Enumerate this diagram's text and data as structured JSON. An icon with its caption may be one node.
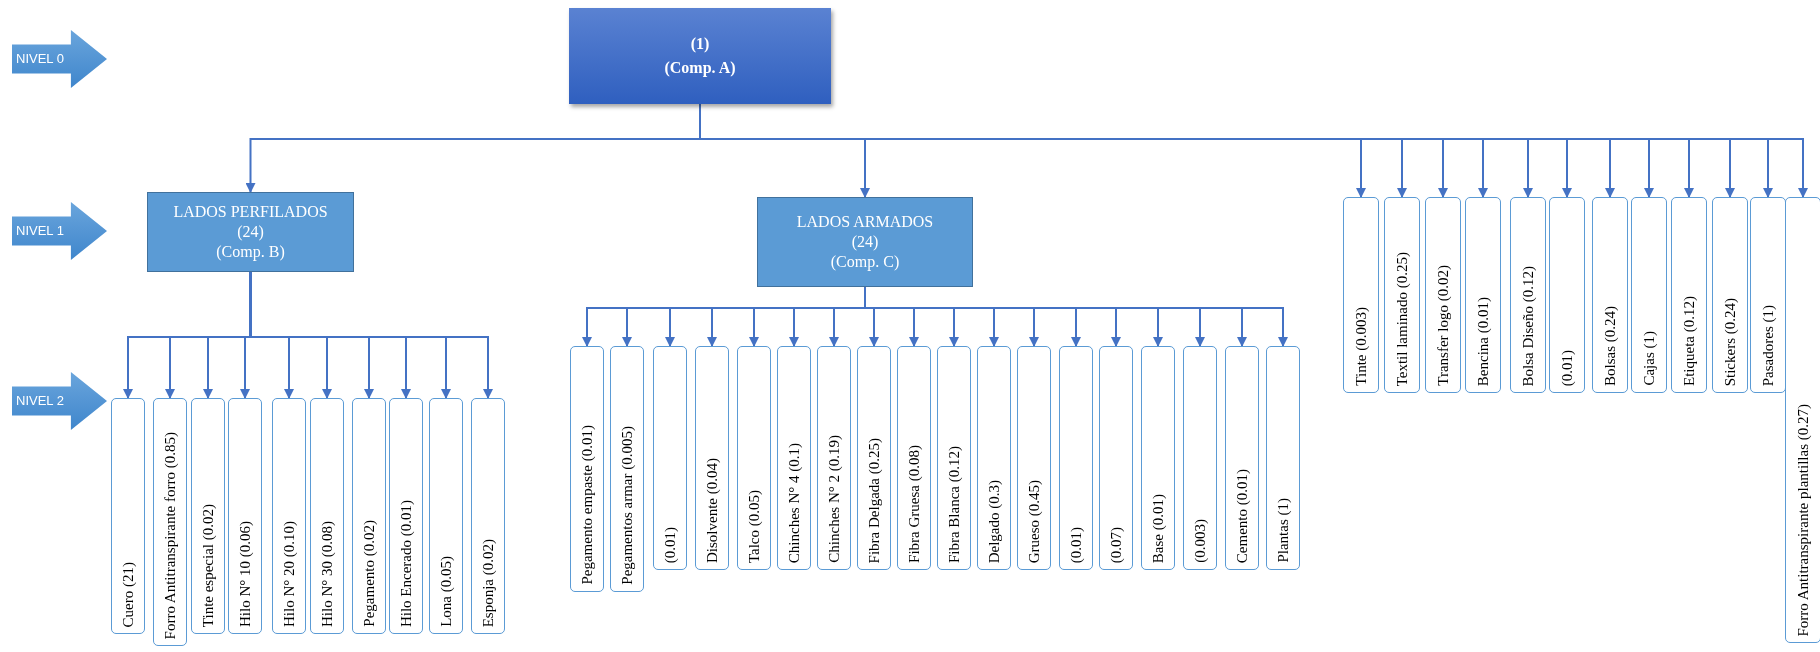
{
  "diagram": {
    "nodes": [
      {
        "text": [
          "NIVEL 0"
        ]
      },
      {
        "text": [
          "(1)",
          "(Comp. A)"
        ]
      },
      {
        "text": [
          "NIVEL 1"
        ]
      },
      {
        "text": [
          "LADOS PERFILADOS",
          "(24)",
          "(Comp. B)"
        ]
      },
      {
        "text": [
          "LADOS ARMADOS",
          "(24)",
          "(Comp. C)"
        ]
      },
      {
        "text": [
          "Tinte (0.003)"
        ]
      },
      {
        "text": [
          "Textil laminado (0.25)"
        ]
      },
      {
        "text": [
          "Transfer logo (0.02)"
        ]
      },
      {
        "text": [
          "Bencina (0.01)"
        ]
      },
      {
        "text": [
          "Bolsa Diseño (0.12)"
        ]
      },
      {
        "text": [
          "(0.01)"
        ]
      },
      {
        "text": [
          "Bolsas (0.24)"
        ]
      },
      {
        "text": [
          "Cajas (1)"
        ]
      },
      {
        "text": [
          "Etiqueta (0.12)"
        ]
      },
      {
        "text": [
          "Stickers (0.24)"
        ]
      },
      {
        "text": [
          "Pasadores (1)"
        ]
      },
      {
        "text": [
          "Forro Antitranspirante plantillas (0.27)"
        ]
      },
      {
        "text": [
          "NIVEL 2"
        ]
      },
      {
        "text": [
          "Cuero (21)"
        ]
      },
      {
        "text": [
          "Forro Antitranspirante forro (0.85)"
        ]
      },
      {
        "text": [
          "Tinte especial (0.02)"
        ]
      },
      {
        "text": [
          "Hilo N° 10 (0.06)"
        ]
      },
      {
        "text": [
          "Hilo N° 20 (0.10)"
        ]
      },
      {
        "text": [
          "Hilo N° 30 (0.08)"
        ]
      },
      {
        "text": [
          "Pegamento (0.02)"
        ]
      },
      {
        "text": [
          "Hilo Encerado (0.01)"
        ]
      },
      {
        "text": [
          "Lona (0.05)"
        ]
      },
      {
        "text": [
          "Esponja (0.02)"
        ]
      },
      {
        "text": [
          "Pegamento empaste (0.01)"
        ]
      },
      {
        "text": [
          "Pegamentos armar (0.005)"
        ]
      },
      {
        "text": [
          "(0.01)"
        ]
      },
      {
        "text": [
          "Disolvente (0.04)"
        ]
      },
      {
        "text": [
          "Talco (0.05)"
        ]
      },
      {
        "text": [
          "Chinches N° 4 (0.1)"
        ]
      },
      {
        "text": [
          "Chinches N° 2 (0.19)"
        ]
      },
      {
        "text": [
          "Fibra Delgada (0.25)"
        ]
      },
      {
        "text": [
          "Fibra Gruesa (0.08)"
        ]
      },
      {
        "text": [
          "Fibra Blanca (0.12)"
        ]
      },
      {
        "text": [
          "Delgado (0.3)"
        ]
      },
      {
        "text": [
          "Grueso (0.45)"
        ]
      },
      {
        "text": [
          "(0.01)"
        ]
      },
      {
        "text": [
          "(0.07)"
        ]
      },
      {
        "text": [
          "Base (0.01)"
        ]
      },
      {
        "text": [
          "(0.003)"
        ]
      },
      {
        "text": [
          "Cemento (0.01)"
        ]
      },
      {
        "text": [
          "Plantas (1)"
        ]
      }
    ],
    "edges": [
      {
        "from": 1,
        "to": 3,
        "arrow": "to"
      },
      {
        "from": 1,
        "to": 4,
        "arrow": "to"
      },
      {
        "from": 1,
        "to": 5,
        "arrow": "to"
      },
      {
        "from": 1,
        "to": 6,
        "arrow": "to"
      },
      {
        "from": 1,
        "to": 7,
        "arrow": "to"
      },
      {
        "from": 1,
        "to": 8,
        "arrow": "to"
      },
      {
        "from": 1,
        "to": 9,
        "arrow": "to"
      },
      {
        "from": 1,
        "to": 10,
        "arrow": "to"
      },
      {
        "from": 1,
        "to": 11,
        "arrow": "to"
      },
      {
        "from": 1,
        "to": 12,
        "arrow": "to"
      },
      {
        "from": 1,
        "to": 13,
        "arrow": "to"
      },
      {
        "from": 1,
        "to": 14,
        "arrow": "to"
      },
      {
        "from": 1,
        "to": 15,
        "arrow": "to"
      },
      {
        "from": 1,
        "to": 16,
        "arrow": "to"
      },
      {
        "from": 3,
        "to": 18,
        "arrow": "to"
      },
      {
        "from": 3,
        "to": 19,
        "arrow": "to"
      },
      {
        "from": 3,
        "to": 20,
        "arrow": "to"
      },
      {
        "from": 3,
        "to": 21,
        "arrow": "to"
      },
      {
        "from": 3,
        "to": 22,
        "arrow": "to"
      },
      {
        "from": 3,
        "to": 23,
        "arrow": "to"
      },
      {
        "from": 3,
        "to": 24,
        "arrow": "to"
      },
      {
        "from": 3,
        "to": 25,
        "arrow": "to"
      },
      {
        "from": 3,
        "to": 26,
        "arrow": "to"
      },
      {
        "from": 3,
        "to": 27,
        "arrow": "to"
      },
      {
        "from": 4,
        "to": 28,
        "arrow": "to"
      },
      {
        "from": 4,
        "to": 29,
        "arrow": "to"
      },
      {
        "from": 4,
        "to": 30,
        "arrow": "to"
      },
      {
        "from": 4,
        "to": 31,
        "arrow": "to"
      },
      {
        "from": 4,
        "to": 32,
        "arrow": "to"
      },
      {
        "from": 4,
        "to": 33,
        "arrow": "to"
      },
      {
        "from": 4,
        "to": 34,
        "arrow": "to"
      },
      {
        "from": 4,
        "to": 35,
        "arrow": "to"
      },
      {
        "from": 4,
        "to": 36,
        "arrow": "to"
      },
      {
        "from": 4,
        "to": 37,
        "arrow": "to"
      },
      {
        "from": 4,
        "to": 38,
        "arrow": "to"
      },
      {
        "from": 4,
        "to": 39,
        "arrow": "to"
      },
      {
        "from": 4,
        "to": 40,
        "arrow": "to"
      },
      {
        "from": 4,
        "to": 41,
        "arrow": "to"
      },
      {
        "from": 4,
        "to": 42,
        "arrow": "to"
      },
      {
        "from": 4,
        "to": 43,
        "arrow": "to"
      },
      {
        "from": 4,
        "to": 44,
        "arrow": "to"
      },
      {
        "from": 4,
        "to": 45,
        "arrow": "to"
      }
    ]
  }
}
